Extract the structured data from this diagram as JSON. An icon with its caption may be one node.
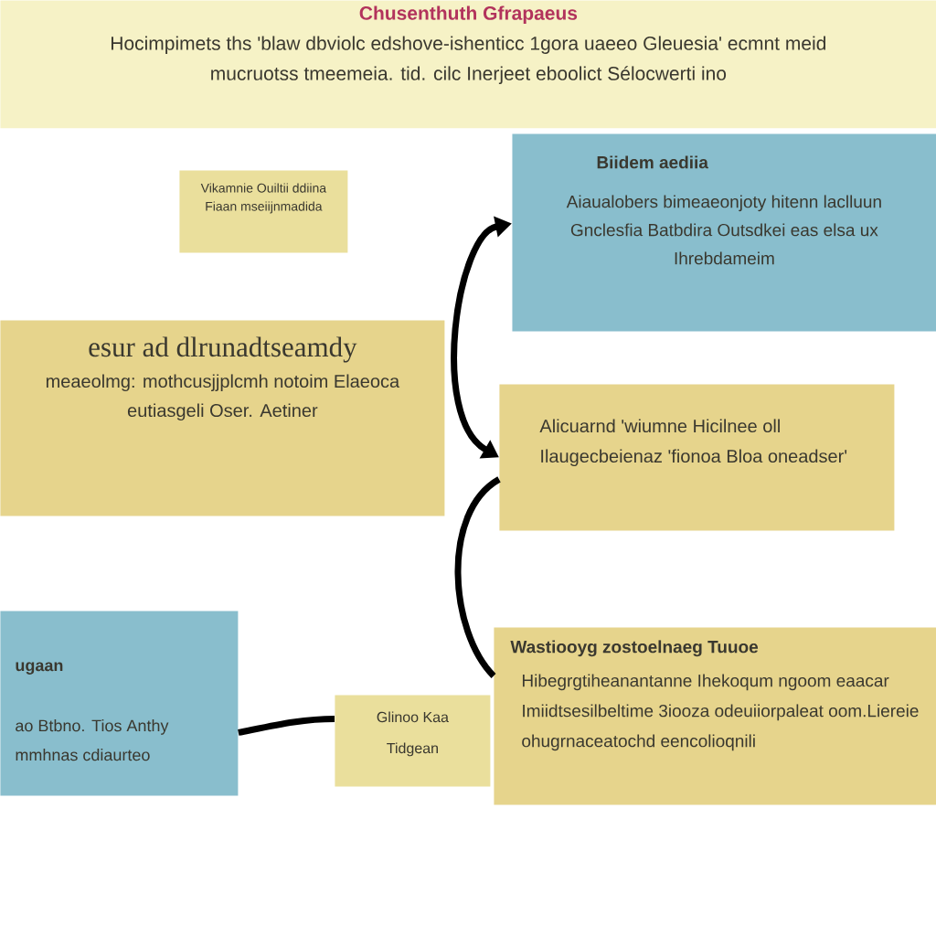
{
  "diagram": {
    "nodes": [
      {
        "text": [
          "Chusenthuth Gfrapaeus",
          "Hocimpimets ths 'blaw dbviolc edshove-ishenticc 1gora uaeeo Gleuesia' ecmnt meid mucruotss tmeemeia. tid. cilc Inerjeet eboolict Sélocwerti ino"
        ]
      },
      {
        "text": [
          "Vikamnie Ouiltii ddiina Fiaan mseiijnmadida"
        ]
      },
      {
        "text": [
          "Biidem aediia",
          "Aiaualobers bimeaeonjoty hitenn laclluun Gnclesfia Batbdira Outsdkei eas elsa ux Ihrebdameim"
        ]
      },
      {
        "text": [
          "esur ad dlrunadtseamdy",
          "meaeolmg: mothcusjjplcmh notoim Elaeoca eutiasgeli Oser. Aetiner"
        ]
      },
      {
        "text": [
          "Alicuarnd 'wiumne Hicilnee oll Ilaugecbeienaz 'fionoa Bloa oneadser'"
        ]
      },
      {
        "text": [
          "ugaan",
          "ao Btbno. Tios Anthy mmhnas cdiaurteo"
        ]
      },
      {
        "text": [
          "Glinoo Kaa Tidgean"
        ]
      },
      {
        "text": [
          "Wastiooyg zostoelnaeg Tuuoe",
          "Hibegrgtiheanantanne Ihekoqum ngoom eaacar Imiidtsesilbeltime 3iooza odeuiiorpaleat oom.Liereie ohugrnaceatochd eencolioqnili"
        ]
      }
    ],
    "edges": [
      {
        "from": 2,
        "to": 4,
        "arrow": "both"
      },
      {
        "from": 4,
        "to": 7,
        "arrow": "none"
      },
      {
        "from": 5,
        "to": 6,
        "arrow": "none"
      }
    ]
  }
}
